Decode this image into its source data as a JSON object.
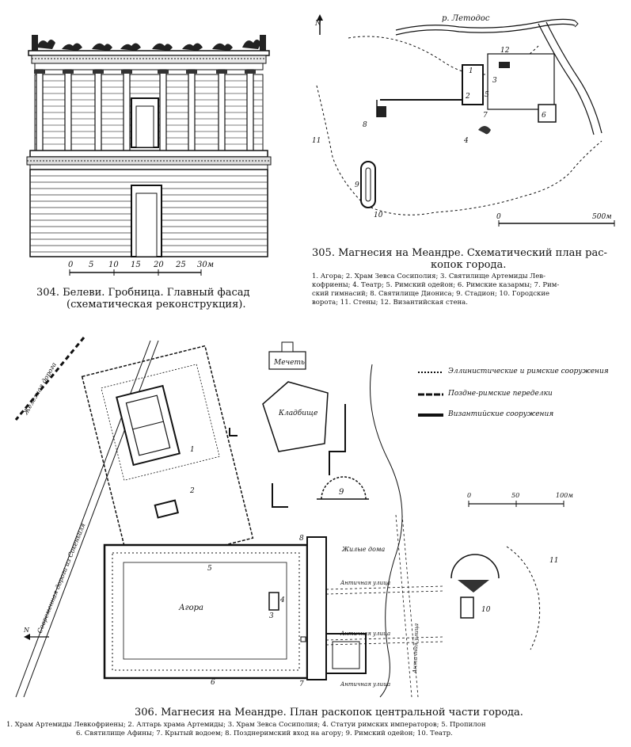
{
  "fig304": {
    "scale_ticks": [
      "0",
      "5",
      "10",
      "15",
      "20",
      "25",
      "30м"
    ],
    "caption_line1": "304. Белеви. Гробница. Главный фасад",
    "caption_line2": "(схематическая реконструкция)."
  },
  "fig305": {
    "north": "N",
    "river": "р. Летодос",
    "numbers": [
      "1",
      "2",
      "3",
      "4",
      "5",
      "6",
      "7",
      "8",
      "9",
      "10",
      "11",
      "12"
    ],
    "scale_ticks": [
      "0",
      "500м"
    ],
    "caption_line1": "305. Магнесия на Меандре. Схематический план рас-",
    "caption_line2": "копок города.",
    "legend_line1": "1. Агора; 2. Храм Зевса Сосиполия; 3. Святилище Артемиды Лев-",
    "legend_line2": "кофриены; 4. Театр; 5. Римский одейон; 6. Римские казармы; 7. Рим-",
    "legend_line3": "ский гимнасий; 8. Святилище Диониса; 9. Стадион; 10. Городские",
    "legend_line4": "ворота; 11. Стены; 12. Византийская стена."
  },
  "fig306": {
    "legend": {
      "hellenistic": "Эллинистические и римские сооружения",
      "late_roman": "Поздне-римские переделки",
      "byzantine": "Византийские сооружения"
    },
    "scale_ticks": [
      "0",
      "50",
      "100м"
    ],
    "labels": {
      "mosque": "Мечеть",
      "cemetery": "Кладбище",
      "railway": "Железная дорога",
      "road": "Современная дорога из Сокеньиля",
      "agora": "Агора",
      "houses": "Жилые дома",
      "street1": "Античная улица",
      "street2": "Античная улица",
      "street3": "Античная улица",
      "street4": "Античная улица",
      "north": "N"
    },
    "numbers": [
      "1",
      "2",
      "3",
      "4",
      "5",
      "6",
      "7",
      "8",
      "9",
      "10",
      "11"
    ],
    "caption": "306. Магнесия на Меандре. План раскопок центральной части города.",
    "legend_line1": "1. Храм Артемиды Левкофриены; 2. Алтарь храма Артемиды; 3. Храм Зевса Сосиполия; 4. Статуи римских императоров; 5. Пропилон",
    "legend_line2": "6. Святилище Афины; 7. Крытый водоем; 8. Позднеримский вход на агору; 9. Римский одейон; 10. Театр."
  }
}
